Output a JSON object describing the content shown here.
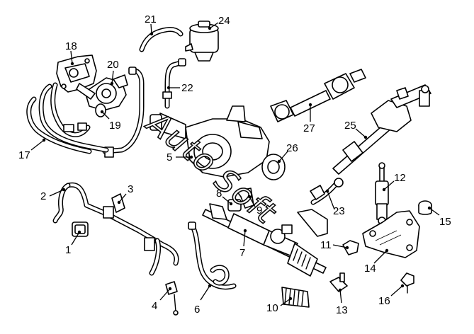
{
  "diagram": {
    "callouts": [
      {
        "id": "c1",
        "label": "1"
      },
      {
        "id": "c2",
        "label": "2"
      },
      {
        "id": "c3",
        "label": "3"
      },
      {
        "id": "c4",
        "label": "4"
      },
      {
        "id": "c5",
        "label": "5"
      },
      {
        "id": "c6",
        "label": "6"
      },
      {
        "id": "c7",
        "label": "7"
      },
      {
        "id": "c8",
        "label": "8"
      },
      {
        "id": "c9",
        "label": "9"
      },
      {
        "id": "c10",
        "label": "10"
      },
      {
        "id": "c11",
        "label": "11"
      },
      {
        "id": "c12",
        "label": "12"
      },
      {
        "id": "c13",
        "label": "13"
      },
      {
        "id": "c14",
        "label": "14"
      },
      {
        "id": "c15",
        "label": "15"
      },
      {
        "id": "c16",
        "label": "16"
      },
      {
        "id": "c17",
        "label": "17"
      },
      {
        "id": "c18",
        "label": "18"
      },
      {
        "id": "c19",
        "label": "19"
      },
      {
        "id": "c20",
        "label": "20"
      },
      {
        "id": "c21",
        "label": "21"
      },
      {
        "id": "c22",
        "label": "22"
      },
      {
        "id": "c23",
        "label": "23"
      },
      {
        "id": "c24",
        "label": "24"
      },
      {
        "id": "c25",
        "label": "25"
      },
      {
        "id": "c26",
        "label": "26"
      },
      {
        "id": "c27",
        "label": "27"
      }
    ],
    "watermark": {
      "text_line": "Auto",
      "text_word": "Soft"
    }
  }
}
